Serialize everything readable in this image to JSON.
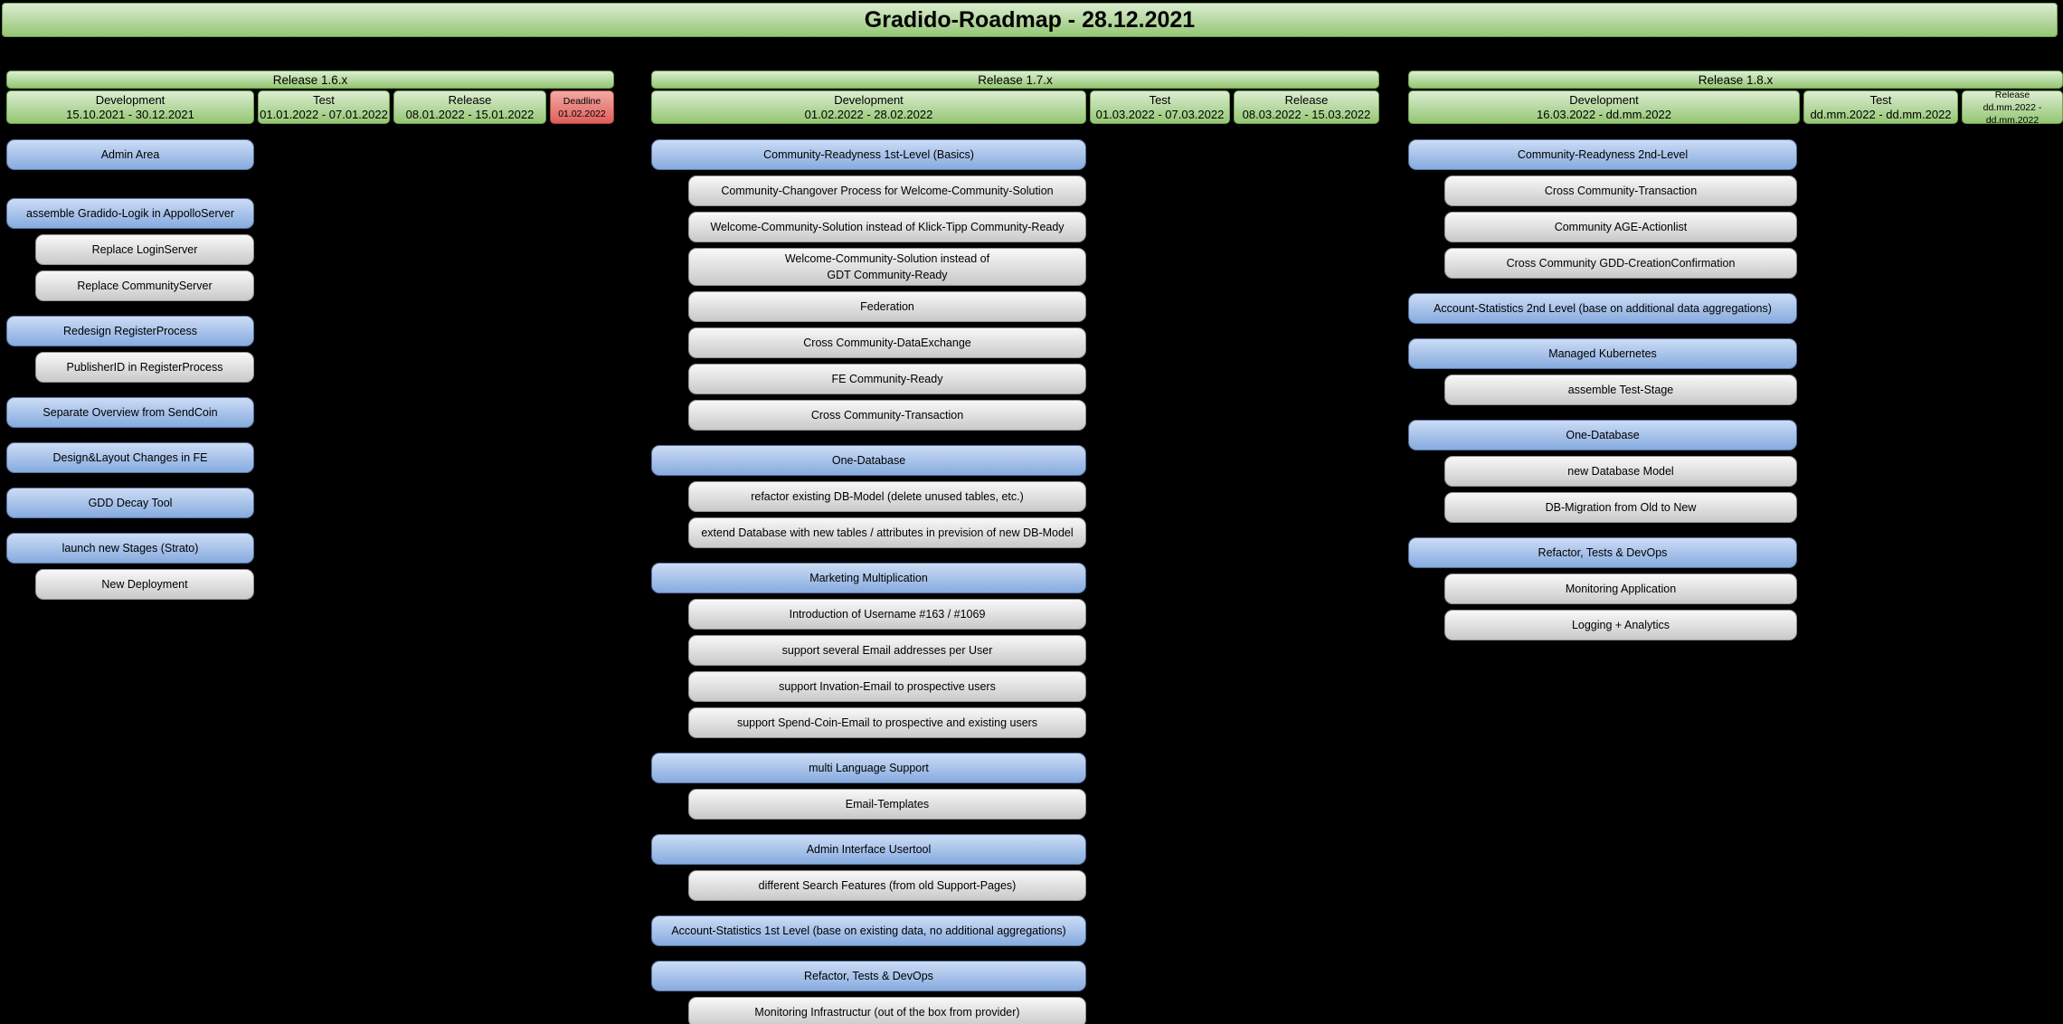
{
  "title": "Gradido-Roadmap - 28.12.2021",
  "colors": {
    "background": "#000000",
    "text": "#000000",
    "green_light": "#dcedd2",
    "green_dark": "#94c673",
    "green_border": "#6fa24e",
    "blue_light": "#ccdcf5",
    "blue_dark": "#86abdf",
    "blue_border": "#56709c",
    "gray_light": "#f8f8f8",
    "gray_dark": "#c9c9c9",
    "gray_border": "#919191",
    "red_light": "#f2a9a4",
    "red_dark": "#df5f5a",
    "red_border": "#aa4642"
  },
  "columns": [
    {
      "release_label": "Release 1.6.x",
      "phases": [
        {
          "label": "Development",
          "dates": "15.10.2021 - 30.12.2021",
          "status": "normal"
        },
        {
          "label": "Test",
          "dates": "01.01.2022 - 07.01.2022",
          "status": "normal"
        },
        {
          "label": "Release",
          "dates": "08.01.2022 - 15.01.2022",
          "status": "normal"
        },
        {
          "label": "Deadline",
          "dates": "01.02.2022",
          "status": "deadline"
        }
      ],
      "items": [
        {
          "label": "Admin Area",
          "kind": "epic"
        },
        {
          "label": "assemble Gradido-Logik in AppolloServer",
          "kind": "epic"
        },
        {
          "label": "Replace LoginServer",
          "kind": "task"
        },
        {
          "label": "Replace CommunityServer",
          "kind": "task"
        },
        {
          "label": "Redesign RegisterProcess",
          "kind": "epic"
        },
        {
          "label": "PublisherID in RegisterProcess",
          "kind": "task"
        },
        {
          "label": "Separate Overview from SendCoin",
          "kind": "epic"
        },
        {
          "label": "Design&Layout Changes in FE",
          "kind": "epic"
        },
        {
          "label": "GDD Decay Tool",
          "kind": "epic"
        },
        {
          "label": "launch new Stages (Strato)",
          "kind": "epic"
        },
        {
          "label": "New Deployment",
          "kind": "task"
        }
      ]
    },
    {
      "release_label": "Release 1.7.x",
      "phases": [
        {
          "label": "Development",
          "dates": "01.02.2022 - 28.02.2022",
          "status": "normal"
        },
        {
          "label": "Test",
          "dates": "01.03.2022 - 07.03.2022",
          "status": "normal"
        },
        {
          "label": "Release",
          "dates": "08.03.2022 - 15.03.2022",
          "status": "normal"
        }
      ],
      "items": [
        {
          "label": "Community-Readyness 1st-Level (Basics)",
          "kind": "epic"
        },
        {
          "label": "Community-Changover Process for Welcome-Community-Solution",
          "kind": "task"
        },
        {
          "label": "Welcome-Community-Solution instead of Klick-Tipp Community-Ready",
          "kind": "task"
        },
        {
          "label": "Welcome-Community-Solution instead of\nGDT Community-Ready",
          "kind": "task"
        },
        {
          "label": "Federation",
          "kind": "task"
        },
        {
          "label": "Cross Community-DataExchange",
          "kind": "task"
        },
        {
          "label": "FE Community-Ready",
          "kind": "task"
        },
        {
          "label": "Cross Community-Transaction",
          "kind": "task"
        },
        {
          "label": "One-Database",
          "kind": "epic"
        },
        {
          "label": "refactor existing DB-Model (delete unused tables, etc.)",
          "kind": "task"
        },
        {
          "label": "extend Database with new tables / attributes in prevision of new DB-Model",
          "kind": "task"
        },
        {
          "label": "Marketing Multiplication",
          "kind": "epic"
        },
        {
          "label": "Introduction of Username #163 / #1069",
          "kind": "task"
        },
        {
          "label": "support several Email addresses per User",
          "kind": "task"
        },
        {
          "label": "support Invation-Email to prospective users",
          "kind": "task"
        },
        {
          "label": "support Spend-Coin-Email to prospective and existing users",
          "kind": "task"
        },
        {
          "label": "multi Language Support",
          "kind": "epic"
        },
        {
          "label": "Email-Templates",
          "kind": "task"
        },
        {
          "label": "Admin Interface Usertool",
          "kind": "epic"
        },
        {
          "label": "different Search Features (from old Support-Pages)",
          "kind": "task"
        },
        {
          "label": "Account-Statistics 1st Level (base on existing data, no additional aggregations)",
          "kind": "epic"
        },
        {
          "label": "Refactor, Tests & DevOps",
          "kind": "epic"
        },
        {
          "label": "Monitoring Infrastructur (out of the box from provider)",
          "kind": "task"
        }
      ]
    },
    {
      "release_label": "Release 1.8.x",
      "phases": [
        {
          "label": "Development",
          "dates": "16.03.2022 - dd.mm.2022",
          "status": "normal"
        },
        {
          "label": "Test",
          "dates": "dd.mm.2022 - dd.mm.2022",
          "status": "normal"
        },
        {
          "label": "Release",
          "dates": "dd.mm.2022 - dd.mm.2022",
          "status": "normal"
        }
      ],
      "items": [
        {
          "label": "Community-Readyness 2nd-Level",
          "kind": "epic"
        },
        {
          "label": "Cross Community-Transaction",
          "kind": "task"
        },
        {
          "label": "Community AGE-Actionlist",
          "kind": "task"
        },
        {
          "label": "Cross Community GDD-CreationConfirmation",
          "kind": "task"
        },
        {
          "label": "Account-Statistics 2nd Level (base on additional data aggregations)",
          "kind": "epic"
        },
        {
          "label": "Managed Kubernetes",
          "kind": "epic"
        },
        {
          "label": "assemble Test-Stage",
          "kind": "task"
        },
        {
          "label": "One-Database",
          "kind": "epic"
        },
        {
          "label": "new Database Model",
          "kind": "task"
        },
        {
          "label": "DB-Migration from Old to New",
          "kind": "task"
        },
        {
          "label": "Refactor, Tests & DevOps",
          "kind": "epic"
        },
        {
          "label": "Monitoring Application",
          "kind": "task"
        },
        {
          "label": "Logging + Analytics",
          "kind": "task"
        }
      ]
    }
  ]
}
